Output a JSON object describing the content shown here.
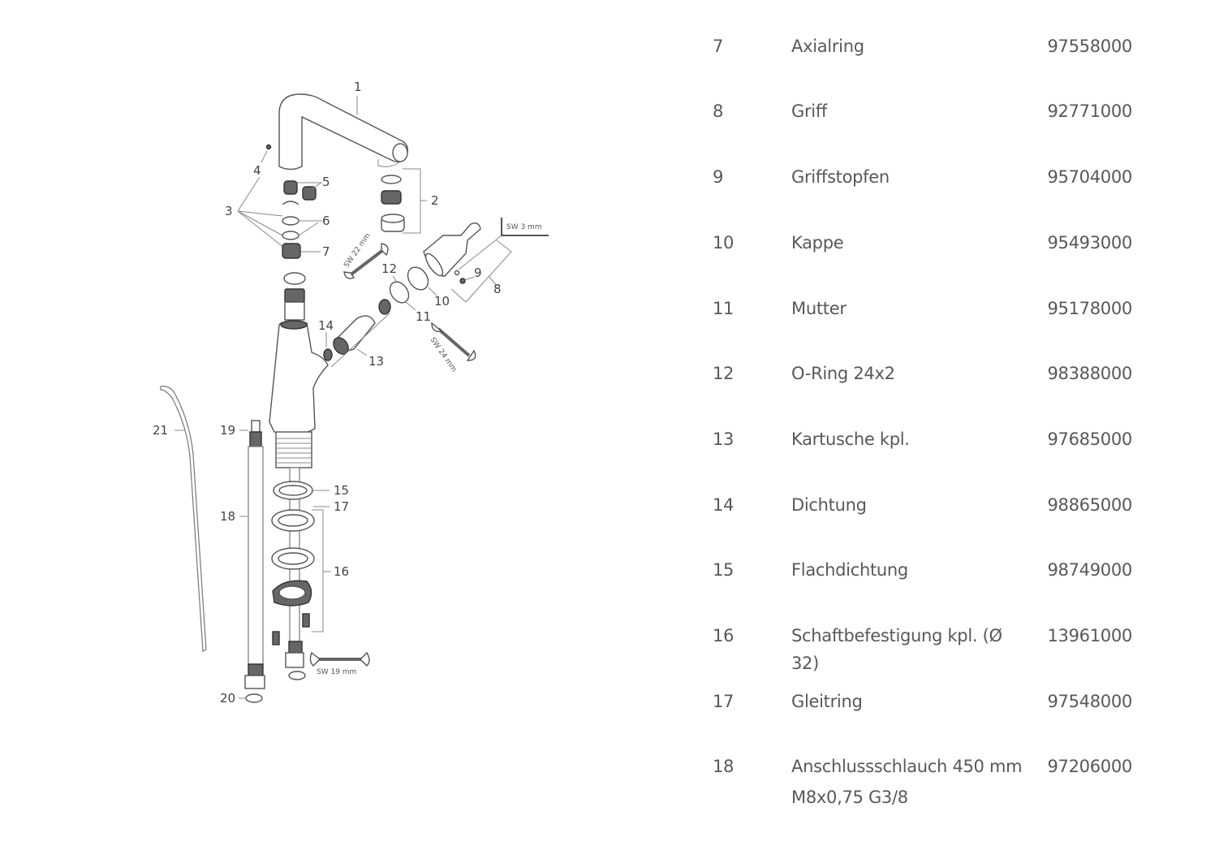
{
  "diagram": {
    "title": "Exploded view of single-lever kitchen mixer",
    "callouts": [
      "1",
      "2",
      "3",
      "4",
      "5",
      "6",
      "7",
      "8",
      "9",
      "10",
      "11",
      "12",
      "13",
      "14",
      "15",
      "16",
      "17",
      "18",
      "19",
      "20",
      "21"
    ],
    "tool_labels": {
      "sw22": "SW 22 mm",
      "sw3": "SW 3 mm",
      "sw24": "SW 24 mm",
      "sw19": "SW 19 mm"
    }
  },
  "parts": [
    {
      "num": "7",
      "desc": "Axialring",
      "desc2": "",
      "part_no": "97558000"
    },
    {
      "num": "8",
      "desc": "Griff",
      "desc2": "",
      "part_no": "92771000"
    },
    {
      "num": "9",
      "desc": "Griffstopfen",
      "desc2": "",
      "part_no": "95704000"
    },
    {
      "num": "10",
      "desc": "Kappe",
      "desc2": "",
      "part_no": "95493000"
    },
    {
      "num": "11",
      "desc": "Mutter",
      "desc2": "",
      "part_no": "95178000"
    },
    {
      "num": "12",
      "desc": "O-Ring 24x2",
      "desc2": "",
      "part_no": "98388000"
    },
    {
      "num": "13",
      "desc": "Kartusche kpl.",
      "desc2": "",
      "part_no": "97685000"
    },
    {
      "num": "14",
      "desc": "Dichtung",
      "desc2": "",
      "part_no": "98865000"
    },
    {
      "num": "15",
      "desc": "Flachdichtung",
      "desc2": "",
      "part_no": "98749000"
    },
    {
      "num": "16",
      "desc": "Schaftbefestigung kpl. (Ø 32)",
      "desc2": "",
      "part_no": "13961000"
    },
    {
      "num": "17",
      "desc": "Gleitring",
      "desc2": "",
      "part_no": "97548000"
    },
    {
      "num": "18",
      "desc": "Anschlussschlauch 450 mm",
      "desc2": "M8x0,75 G3/8",
      "part_no": "97206000"
    }
  ]
}
